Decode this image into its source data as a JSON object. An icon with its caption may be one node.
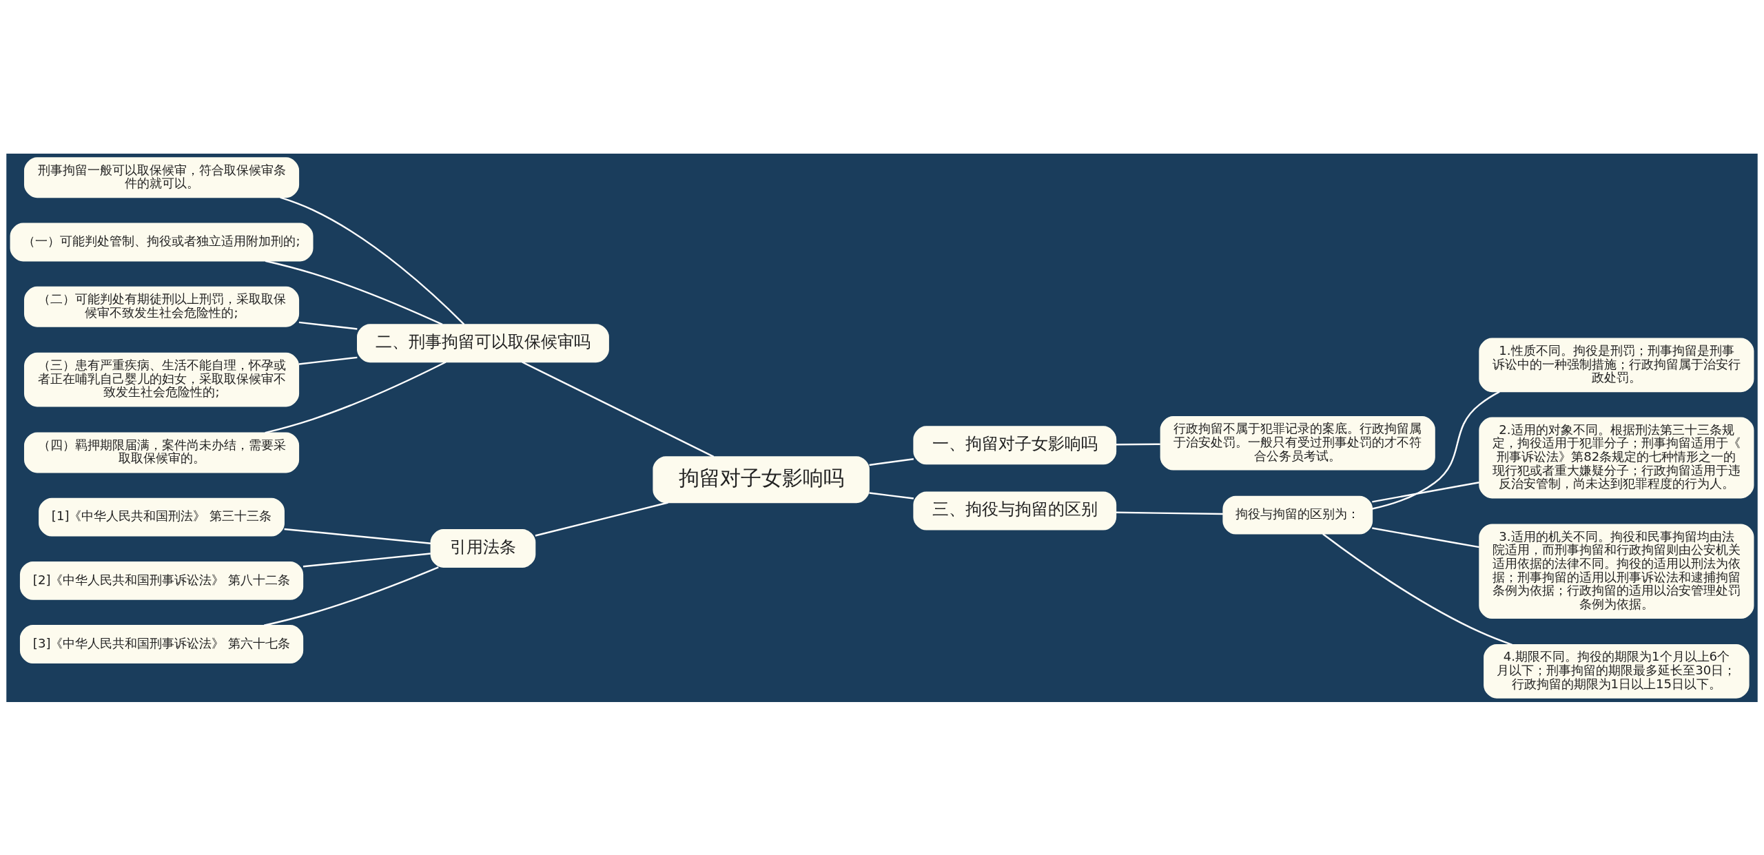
{
  "diagram": {
    "nodes": [
      {
        "text": [
          "拘留对子女影响吗"
        ]
      },
      {
        "text": [
          "一、拘留对子女影响吗"
        ]
      },
      {
        "text": [
          "行政拘留不属于犯罪记录的案底。行政拘留属于治安处罚。一般只有受过刑事处罚的才不符合公务员考试。"
        ]
      },
      {
        "text": [
          "三、拘役与拘留的区别"
        ]
      },
      {
        "text": [
          "拘役与拘留的区别为："
        ]
      },
      {
        "text": [
          "1.性质不同。拘役是刑罚；刑事拘留是刑事诉讼中的一种强制措施；行政拘留属于治安行政处罚。"
        ]
      },
      {
        "text": [
          "2.适用的对象不同。根据刑法第三十三条规定，拘役适用于犯罪分子；刑事拘留适用于《刑事诉讼法》第82条规定的七种情形之一的现行犯或者重大嫌疑分子；行政拘留适用于违反治安管制，尚未达到犯罪程度的行为人。"
        ]
      },
      {
        "text": [
          "3.适用的机关不同。拘役和民事拘留均由法院适用，而刑事拘留和行政拘留则由公安机关适用依据的法律不同。拘役的适用以刑法为依据；刑事拘留的适用以刑事诉讼法和逮捕拘留条例为依据；行政拘留的适用以治安管理处罚条例为依据。"
        ]
      },
      {
        "text": [
          "4.期限不同。拘役的期限为1个月以上6个月以下；刑事拘留的期限最多延长至30日；行政拘留的期限为1日以上15日以下。"
        ]
      },
      {
        "text": [
          "二、刑事拘留可以取保候审吗"
        ]
      },
      {
        "text": [
          "刑事拘留一般可以取保候审，符合取保候审条件的就可以。"
        ]
      },
      {
        "text": [
          "（一）可能判处管制、拘役或者独立适用附加刑的;"
        ]
      },
      {
        "text": [
          "（二）可能判处有期徒刑以上刑罚，采取取保候审不致发生社会危险性的;"
        ]
      },
      {
        "text": [
          "（三）患有严重疾病、生活不能自理，怀孕或者正在哺乳自己婴儿的妇女，采取取保候审不致发生社会危险性的;"
        ]
      },
      {
        "text": [
          "（四）羁押期限届满，案件尚未办结，需要采取取保候审的。"
        ]
      },
      {
        "text": [
          "引用法条"
        ]
      },
      {
        "text": [
          "[1]《中华人民共和国刑法》 第三十三条"
        ]
      },
      {
        "text": [
          "[2]《中华人民共和国刑事诉讼法》 第八十二条"
        ]
      },
      {
        "text": [
          "[3]《中华人民共和国刑事诉讼法》 第六十七条"
        ]
      }
    ],
    "edges": [
      {
        "from": 0,
        "to": 1,
        "arrow": "none"
      },
      {
        "from": 1,
        "to": 2,
        "arrow": "none"
      },
      {
        "from": 0,
        "to": 3,
        "arrow": "none"
      },
      {
        "from": 3,
        "to": 4,
        "arrow": "none"
      },
      {
        "from": 4,
        "to": 5,
        "arrow": "none"
      },
      {
        "from": 4,
        "to": 6,
        "arrow": "none"
      },
      {
        "from": 4,
        "to": 7,
        "arrow": "none"
      },
      {
        "from": 4,
        "to": 8,
        "arrow": "none"
      },
      {
        "from": 0,
        "to": 9,
        "arrow": "none"
      },
      {
        "from": 9,
        "to": 10,
        "arrow": "none"
      },
      {
        "from": 9,
        "to": 11,
        "arrow": "none"
      },
      {
        "from": 9,
        "to": 12,
        "arrow": "none"
      },
      {
        "from": 9,
        "to": 13,
        "arrow": "none"
      },
      {
        "from": 9,
        "to": 14,
        "arrow": "none"
      },
      {
        "from": 0,
        "to": 15,
        "arrow": "none"
      },
      {
        "from": 15,
        "to": 16,
        "arrow": "none"
      },
      {
        "from": 15,
        "to": 17,
        "arrow": "none"
      },
      {
        "from": 15,
        "to": 18,
        "arrow": "none"
      }
    ]
  }
}
